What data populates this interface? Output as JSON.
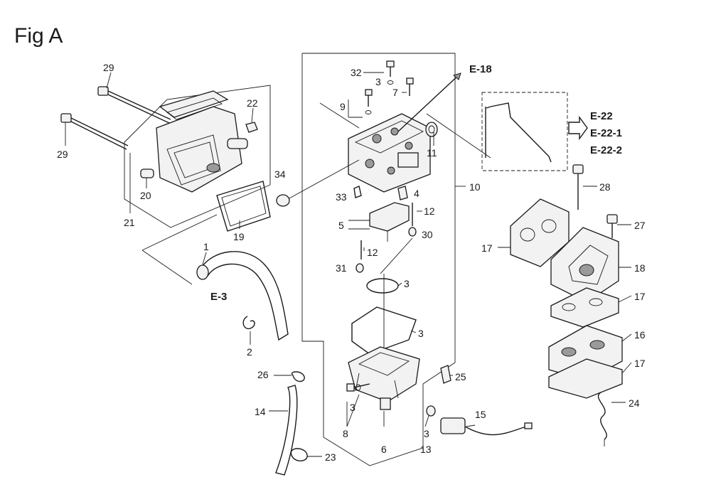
{
  "figure": {
    "title": "Fig A"
  },
  "references": {
    "e18": "E-18",
    "e3": "E-3",
    "e22": "E-22",
    "e22_1": "E-22-1",
    "e22_2": "E-22-2"
  },
  "callouts": {
    "c1": "1",
    "c2": "2",
    "c3a": "3",
    "c3b": "3",
    "c3c": "3",
    "c3d": "3",
    "c3e": "3",
    "c4": "4",
    "c5": "5",
    "c6": "6",
    "c7": "7",
    "c8": "8",
    "c9": "9",
    "c10": "10",
    "c11": "11",
    "c12a": "12",
    "c12b": "12",
    "c13": "13",
    "c14": "14",
    "c15": "15",
    "c16": "16",
    "c17a": "17",
    "c17b": "17",
    "c17c": "17",
    "c18": "18",
    "c19": "19",
    "c20": "20",
    "c21": "21",
    "c22": "22",
    "c23": "23",
    "c24": "24",
    "c25": "25",
    "c26": "26",
    "c27": "27",
    "c28": "28",
    "c29a": "29",
    "c29b": "29",
    "c30": "30",
    "c31": "31",
    "c32": "32",
    "c33": "33",
    "c34": "34"
  },
  "colors": {
    "ink": "#1a1a1a",
    "paper": "#ffffff",
    "shade": "#9a9a9a"
  }
}
